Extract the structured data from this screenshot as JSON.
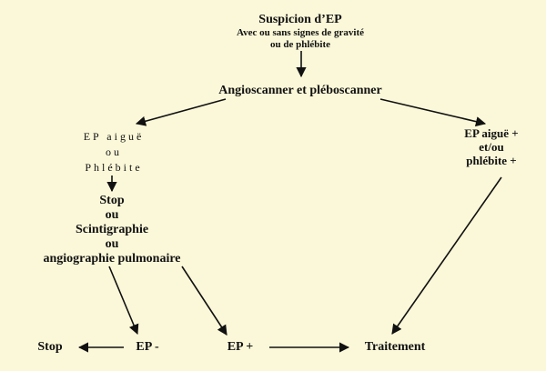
{
  "colors": {
    "background": "#fbf8d9",
    "ink": "#111111"
  },
  "nodes": {
    "suspicion": {
      "title": "Suspicion d’EP",
      "line2": "Avec ou sans signes de gravité",
      "line3": "ou de phlébite"
    },
    "angioscanner": {
      "label": "Angioscanner et pléboscanner"
    },
    "negative": {
      "line1": "EP aiguë",
      "line2": "ou",
      "line3": "Phlébite"
    },
    "positive": {
      "line1": "EP aiguë +",
      "line2": "et/ou",
      "line3": "phlébite +"
    },
    "options": {
      "line1": "Stop",
      "line2": "ou",
      "line3": "Scintigraphie",
      "line4": "ou",
      "line5": "angiographie pulmonaire"
    },
    "stop": {
      "label": "Stop"
    },
    "ep_minus": {
      "label": "EP -"
    },
    "ep_plus": {
      "label": "EP +"
    },
    "traitement": {
      "label": "Traitement"
    }
  }
}
